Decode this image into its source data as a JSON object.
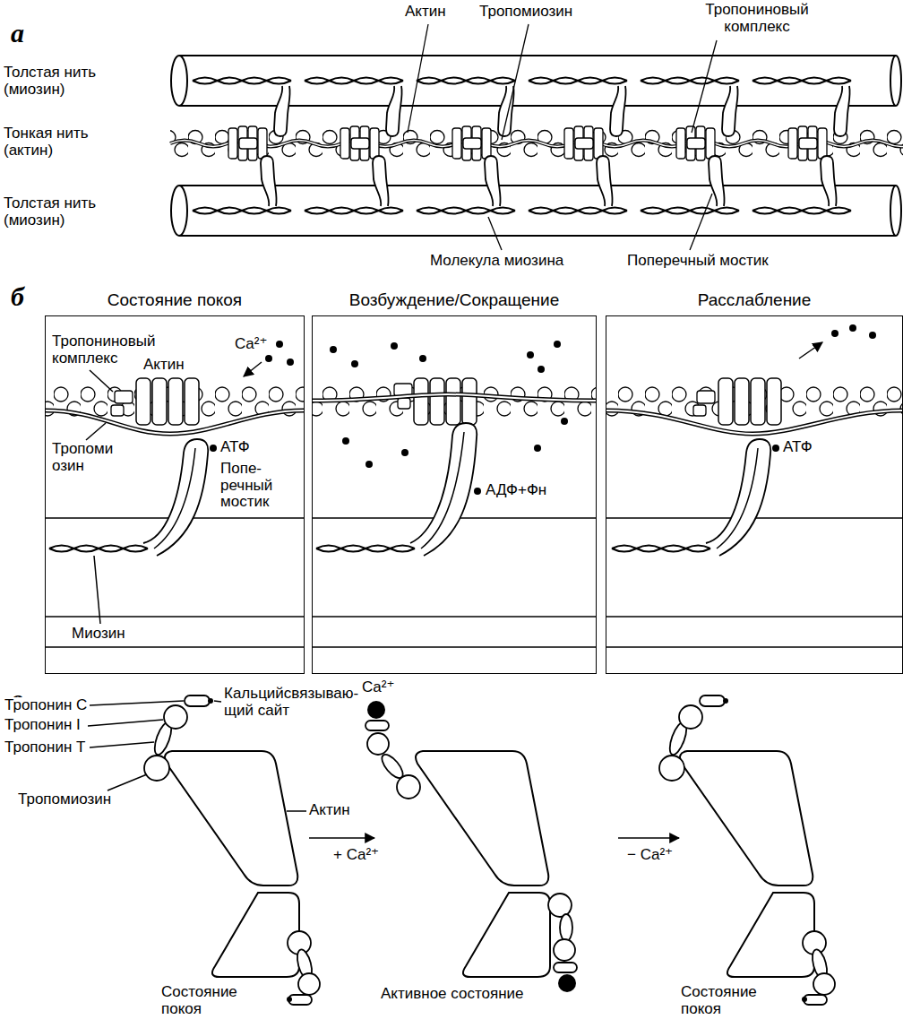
{
  "diagram": {
    "nodes": [
      {
        "text": [
          "Состояние покоя"
        ]
      },
      {
        "text": [
          "Возбуждение/Сокращение"
        ]
      },
      {
        "text": [
          "Расслабление"
        ]
      }
    ],
    "labels": [
      "а",
      "Актин",
      "Тропомиозин",
      "Тропониновый комплекс",
      "Толстая нить (миозин)",
      "Тонкая нить (актин)",
      "Толстая нить (миозин)",
      "Молекула миозина",
      "Поперечный мостик",
      "б",
      "Тропониновый комплекс",
      "Ca²⁺",
      "Актин",
      "Тропоми озин",
      "АТФ",
      "Попе- речный мостик",
      "Миозин",
      "АДФ+Фн",
      "АТФ",
      "в",
      "Тропонин C",
      "Кальцийсвязываю- щий сайт",
      "Тропонин I",
      "Тропонин T",
      "Тропомиозин",
      "Актин",
      "+ Ca²⁺",
      "Ca²⁺",
      "− Ca²⁺",
      "Состояние покоя",
      "Активное состояние",
      "Состояние покоя"
    ]
  }
}
